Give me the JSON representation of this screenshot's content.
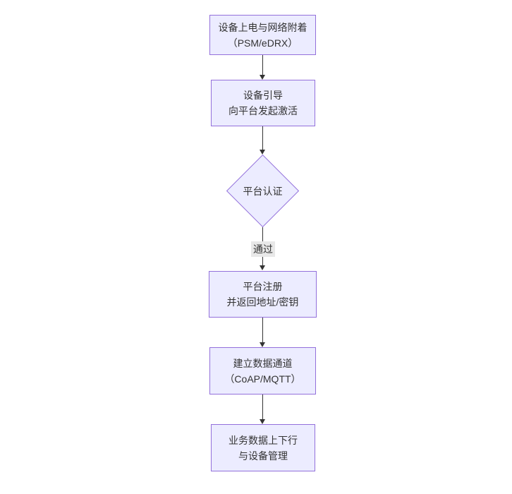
{
  "diagram": {
    "type": "flowchart",
    "direction": "top-down",
    "colors": {
      "background": "#ffffff",
      "node_fill": "#ECECFF",
      "node_border": "#9370DB",
      "text": "#333333",
      "edge": "#333333",
      "edge_label_bg": "#e8e8e8"
    },
    "nodes": [
      {
        "id": "power-on",
        "shape": "rect",
        "lines": [
          "设备上电与网络附着",
          "（PSM/eDRX）"
        ]
      },
      {
        "id": "bootstrap",
        "shape": "rect",
        "lines": [
          "设备引导",
          "向平台发起激活"
        ]
      },
      {
        "id": "auth",
        "shape": "diamond",
        "lines": [
          "平台认证"
        ]
      },
      {
        "id": "register",
        "shape": "rect",
        "lines": [
          "平台注册",
          "并返回地址/密钥"
        ]
      },
      {
        "id": "data-channel",
        "shape": "rect",
        "lines": [
          "建立数据通道",
          "（CoAP/MQTT）"
        ]
      },
      {
        "id": "business",
        "shape": "rect",
        "lines": [
          "业务数据上下行",
          "与设备管理"
        ]
      }
    ],
    "edges": [
      {
        "from": "power-on",
        "to": "bootstrap",
        "label": ""
      },
      {
        "from": "bootstrap",
        "to": "auth",
        "label": ""
      },
      {
        "from": "auth",
        "to": "register",
        "label": "通过"
      },
      {
        "from": "register",
        "to": "data-channel",
        "label": ""
      },
      {
        "from": "data-channel",
        "to": "business",
        "label": ""
      }
    ]
  }
}
